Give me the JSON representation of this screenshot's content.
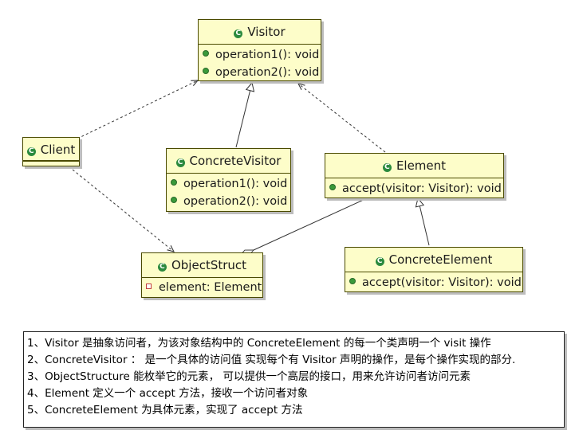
{
  "classes": {
    "visitor": {
      "name": "Visitor",
      "methods": [
        "operation1(): void",
        "operation2(): void"
      ]
    },
    "client": {
      "name": "Client"
    },
    "concrete_visitor": {
      "name": "ConcreteVisitor",
      "methods": [
        "operation1(): void",
        "operation2(): void"
      ]
    },
    "element": {
      "name": "Element",
      "methods": [
        "accept(visitor: Visitor): void"
      ]
    },
    "object_struct": {
      "name": "ObjectStruct",
      "fields": [
        "element: Element"
      ]
    },
    "concrete_element": {
      "name": "ConcreteElement",
      "methods": [
        "accept(visitor: Visitor): void"
      ]
    }
  },
  "note": {
    "lines": [
      "1、Visitor 是抽象访问者，为该对象结构中的 ConcreteElement 的每一个类声明一个 visit 操作",
      "2、ConcreteVisitor ： 是一个具体的访问值 实现每个有 Visitor 声明的操作，是每个操作实现的部分.",
      "3、ObjectStructure 能枚举它的元素， 可以提供一个高层的接口，用来允许访问者访问元素",
      "4、Element 定义一个 accept  方法，接收一个访问者对象",
      "5、ConcreteElement 为具体元素，实现了 accept  方法"
    ]
  },
  "icons": {
    "class_icon": "class-c-icon",
    "method_icon": "public-method-icon",
    "field_icon": "private-field-icon"
  },
  "colors": {
    "class_fill": "#fdfdc9",
    "class_border": "#4a4a00",
    "class_icon": "#2b8a3e",
    "link": "#333333"
  }
}
